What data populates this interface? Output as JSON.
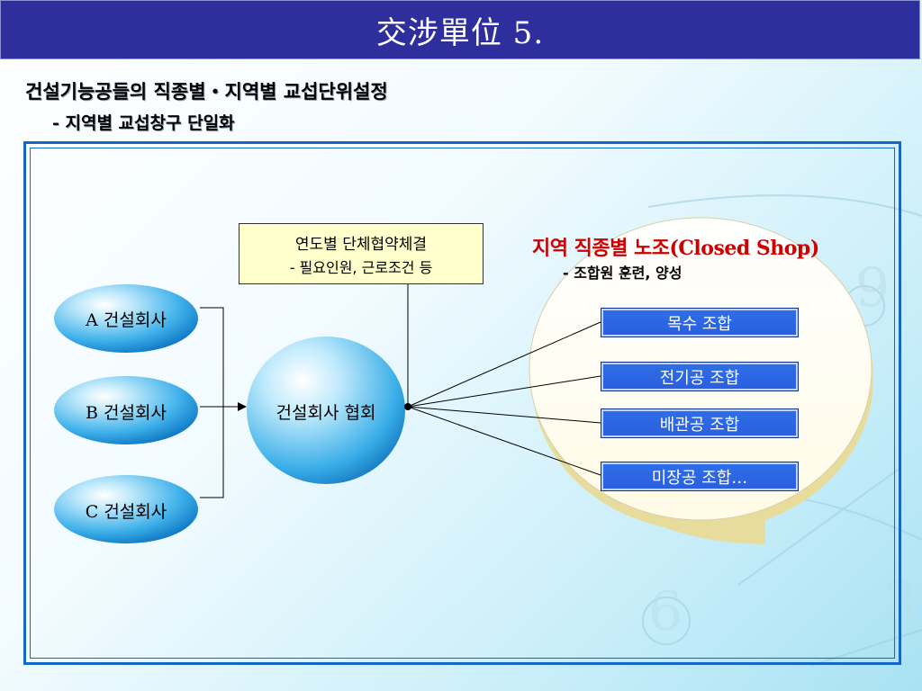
{
  "slide": {
    "title": "交涉單位 5.",
    "heading": "건설기능공들의 직종별・지역별 교섭단위설정",
    "subheading": "- 지역별 교섭창구 단일화"
  },
  "companies": [
    "A 건설회사",
    "B 건설회사",
    "C 건설회사"
  ],
  "association": "건설회사 협회",
  "callout": {
    "line1": "연도별 단체협약체결",
    "line2": "- 필요인원, 근로조건 등"
  },
  "union": {
    "title": "지역 직종별 노조(Closed Shop)",
    "subtitle": "- 조합원 훈련, 양성",
    "items": [
      "목수 조합",
      "전기공 조합",
      "배관공 조합",
      "미장공 조합…"
    ]
  },
  "colors": {
    "title_bar": "#2e2e9c",
    "union_title": "#cc0000",
    "union_item": "#2a5ee0",
    "frame": "#1666c8"
  }
}
